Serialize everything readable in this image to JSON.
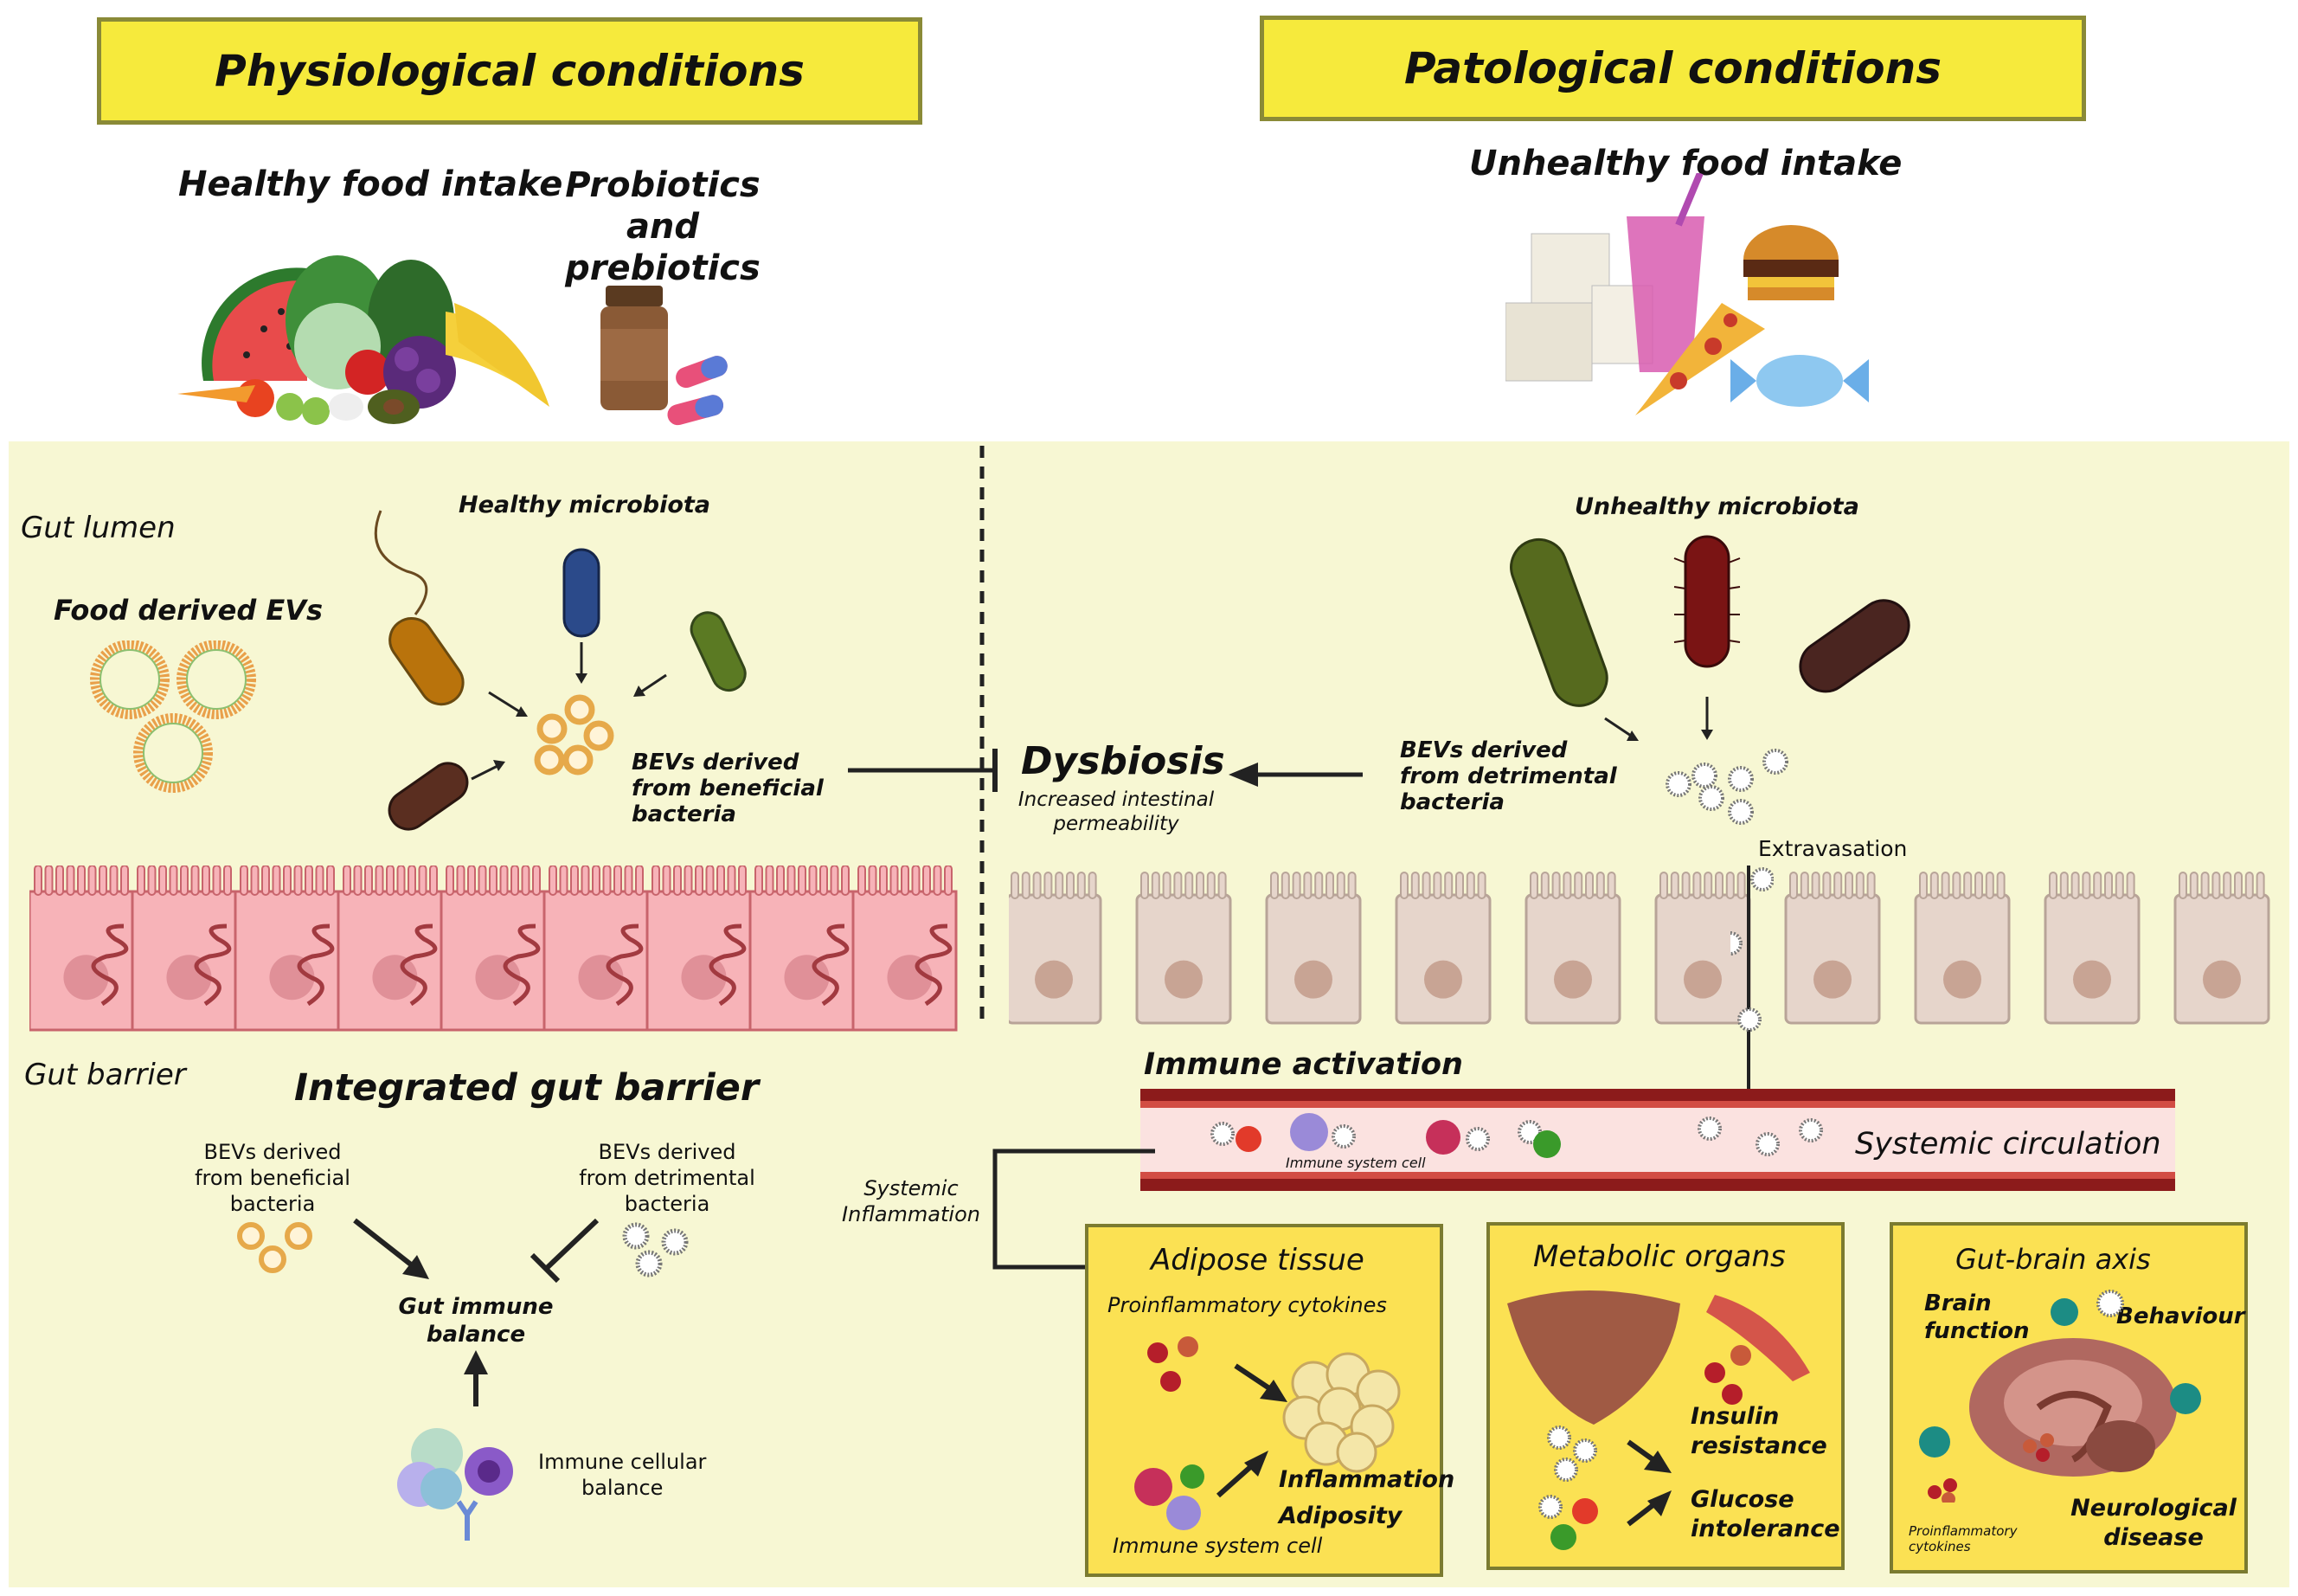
{
  "headers": {
    "physiological": "Physiological conditions",
    "patological": "Patological conditions"
  },
  "food": {
    "healthy": "Healthy food intake",
    "probiotics_line1": "Probiotics and",
    "probiotics_line2": "prebiotics",
    "unhealthy": "Unhealthy food intake"
  },
  "left": {
    "gut_lumen": "Gut lumen",
    "food_evs": "Food derived EVs",
    "healthy_microbiota": "Healthy microbiota",
    "bevs_beneficial": [
      "BEVs derived",
      "from beneficial",
      "bacteria"
    ],
    "gut_barrier": "Gut barrier",
    "integrated_gut_barrier": "Integrated gut barrier",
    "bevs_beneficial_small": [
      "BEVs derived",
      "from beneficial",
      "bacteria"
    ],
    "bevs_detrimental_small": [
      "BEVs derived",
      "from detrimental",
      "bacteria"
    ],
    "gut_immune_balance": [
      "Gut immune",
      "balance"
    ],
    "immune_cellular_balance": [
      "Immune cellular",
      "balance"
    ]
  },
  "center": {
    "dysbiosis": "Dysbiosis",
    "increased_permeability": [
      "Increased intestinal",
      "permeability"
    ]
  },
  "right": {
    "unhealthy_microbiota": "Unhealthy microbiota",
    "bevs_detrimental": [
      "BEVs derived",
      "from detrimental",
      "bacteria"
    ],
    "extravasation": "Extravasation",
    "immune_activation": "Immune activation",
    "systemic_circulation": "Systemic circulation",
    "immune_system_cell_small": "Immune system cell",
    "systemic_inflammation": [
      "Systemic",
      "Inflammation"
    ]
  },
  "organs": {
    "adipose": {
      "title": "Adipose tissue",
      "cytokines": "Proinflammatory cytokines",
      "inflammation": "Inflammation",
      "adiposity": "Adiposity",
      "immune_cell": "Immune system cell"
    },
    "metabolic": {
      "title": "Metabolic organs",
      "insulin": [
        "Insulin",
        "resistance"
      ],
      "glucose": [
        "Glucose",
        "intolerance"
      ]
    },
    "gutbrain": {
      "title": "Gut-brain axis",
      "brain_function": [
        "Brain",
        "function"
      ],
      "behaviour": "Behaviour",
      "cytokines": [
        "Proinflammatory",
        "cytokines"
      ],
      "neuro": [
        "Neurological",
        "disease"
      ]
    }
  },
  "colors": {
    "header_yellow": "#f6ea3c",
    "panel_bg": "#f7f7d3",
    "organ_yellow": "#fbe153",
    "healthy_cell": "#f7b3b8",
    "unhealthy_cell": "#e6d5cb",
    "vessel_red": "#8c1b1b"
  }
}
